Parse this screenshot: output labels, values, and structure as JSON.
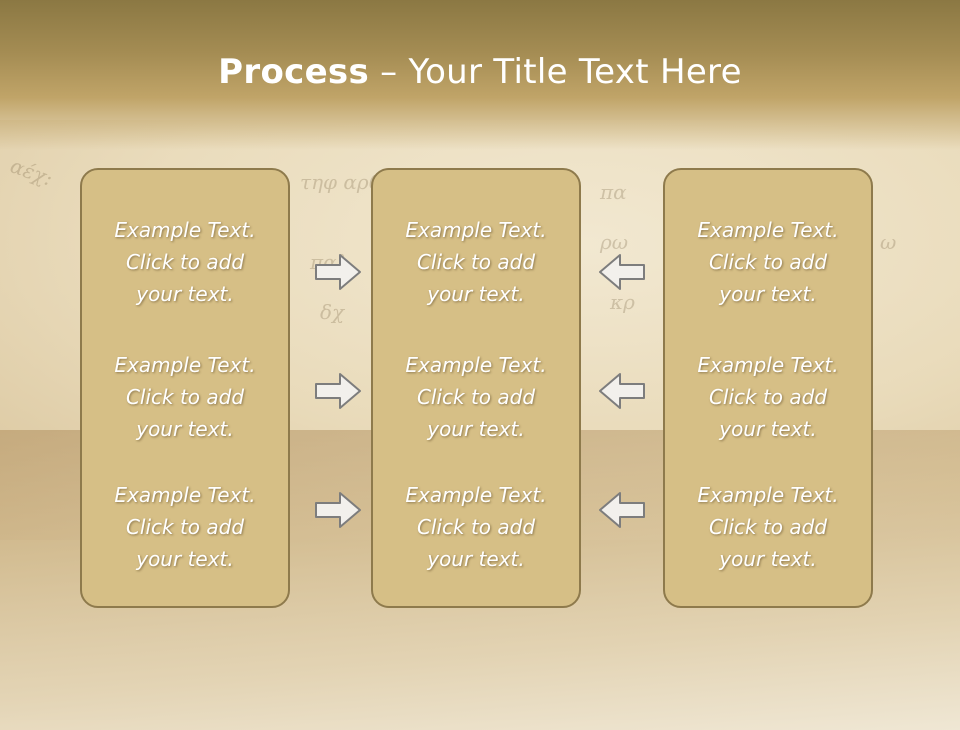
{
  "title": {
    "bold": "Process",
    "rest": " – Your Title Text Here"
  },
  "panels": [
    {
      "blocks": [
        {
          "l1": "Example Text.",
          "l2": "Click  to add",
          "l3": "your text."
        },
        {
          "l1": "Example Text.",
          "l2": "Click  to add",
          "l3": "your text."
        },
        {
          "l1": "Example Text.",
          "l2": "Click  to add",
          "l3": "your text."
        }
      ]
    },
    {
      "blocks": [
        {
          "l1": "Example Text.",
          "l2": "Click  to add",
          "l3": "your text."
        },
        {
          "l1": "Example Text.",
          "l2": "Click  to add",
          "l3": "your text."
        },
        {
          "l1": "Example Text.",
          "l2": "Click  to add",
          "l3": "your text."
        }
      ]
    },
    {
      "blocks": [
        {
          "l1": "Example Text.",
          "l2": "Click  to add",
          "l3": "your text."
        },
        {
          "l1": "Example Text.",
          "l2": "Click  to add",
          "l3": "your text."
        },
        {
          "l1": "Example Text.",
          "l2": "Click  to add",
          "l3": "your text."
        }
      ]
    }
  ],
  "arrows": {
    "left_group": "arrow-right-icon",
    "right_group": "arrow-left-icon"
  },
  "colors": {
    "panel_fill": "#d6bf86",
    "panel_border": "#8e7a4c",
    "header": "#9c8550",
    "arrow_fill": "#f2f0ec",
    "arrow_stroke": "#7d7d7d"
  }
}
